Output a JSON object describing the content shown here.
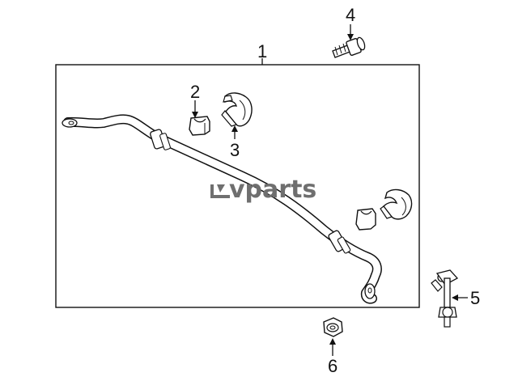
{
  "callouts": {
    "c1": "1",
    "c2": "2",
    "c3": "3",
    "c4": "4",
    "c5": "5",
    "c6": "6"
  },
  "watermark": {
    "text": "vparts",
    "icon": "lv-logo-mark-icon"
  },
  "colors": {
    "line": "#111111",
    "fill": "#ffffff",
    "shade": "#d8d8d8",
    "watermark": "#6f6f6f"
  }
}
